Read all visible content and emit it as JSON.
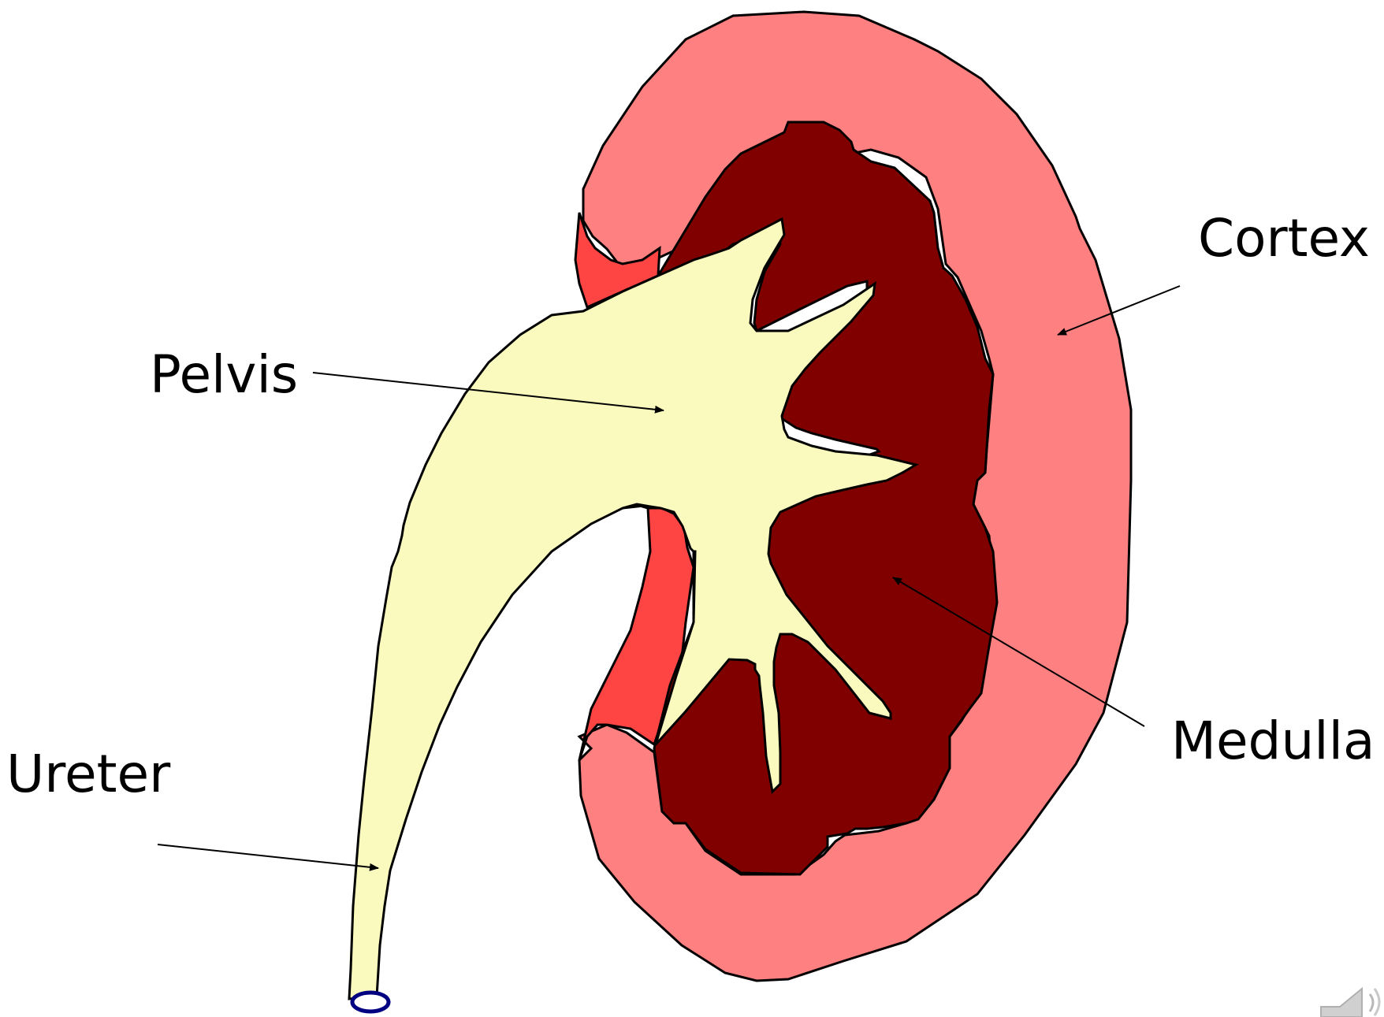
{
  "labels": {
    "cortex": "Cortex",
    "pelvis": "Pelvis",
    "medulla": "Medulla",
    "ureter": "Ureter"
  },
  "colors": {
    "cortex": "#ff8080",
    "medulla": "#800000",
    "sinus": "#ff4444",
    "pelvis": "#fafabe",
    "outline": "#000000",
    "ureter_opening": "#000080"
  },
  "icons": {
    "speaker": "speaker-icon"
  }
}
